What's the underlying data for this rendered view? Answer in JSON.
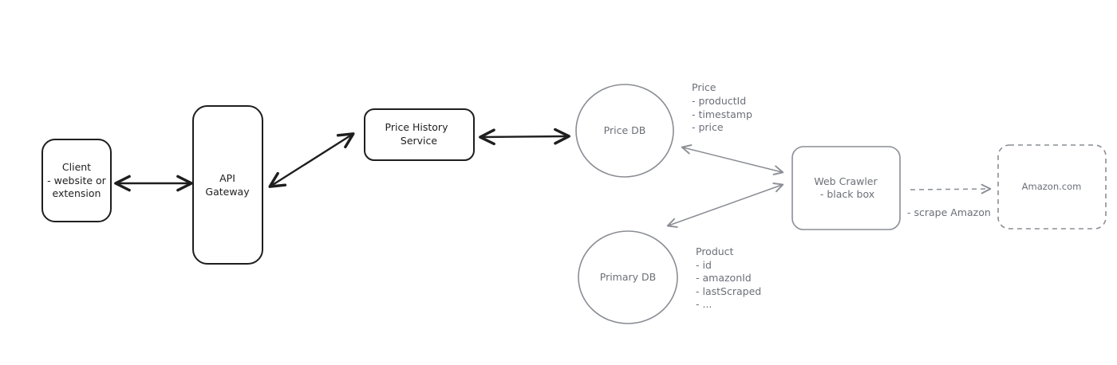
{
  "nodes": {
    "client": {
      "line1": "Client",
      "line2": "- website or",
      "line3": "extension"
    },
    "api_gateway": {
      "line1": "API",
      "line2": "Gateway"
    },
    "price_history_service": {
      "line1": "Price History",
      "line2": "Service"
    },
    "price_db": {
      "label": "Price DB"
    },
    "primary_db": {
      "label": "Primary DB"
    },
    "web_crawler": {
      "line1": "Web Crawler",
      "line2": "- black box"
    },
    "amazon": {
      "label": "Amazon.com"
    }
  },
  "notes": {
    "price_schema": [
      "Price",
      "- productId",
      "- timestamp",
      "- price"
    ],
    "product_schema": [
      "Product",
      "- id",
      "- amazonId",
      "- lastScraped",
      "- ..."
    ]
  },
  "edges": {
    "crawler_to_amazon": {
      "label": "- scrape Amazon"
    }
  },
  "colors": {
    "dark_stroke": "#1e1e1e",
    "gray_stroke": "#8a8d94",
    "gray_text": "#6b6f78"
  }
}
